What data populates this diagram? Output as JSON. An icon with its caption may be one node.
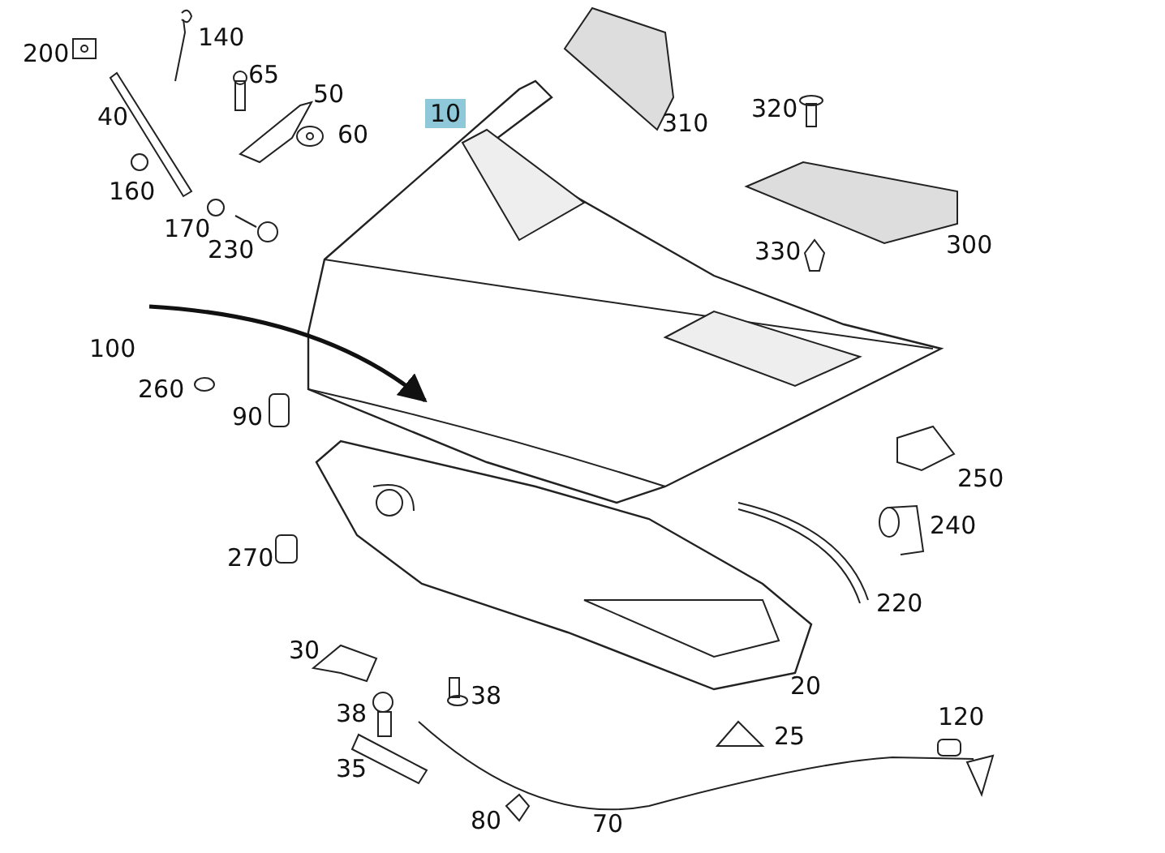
{
  "diagram": {
    "labels": [
      "140",
      "200",
      "65",
      "50",
      "320",
      "10",
      "40",
      "310",
      "60",
      "160",
      "170",
      "300",
      "230",
      "330",
      "100",
      "260",
      "90",
      "250",
      "240",
      "270",
      "220",
      "30",
      "20",
      "38",
      "38",
      "120",
      "25",
      "35",
      "80",
      "70"
    ]
  }
}
